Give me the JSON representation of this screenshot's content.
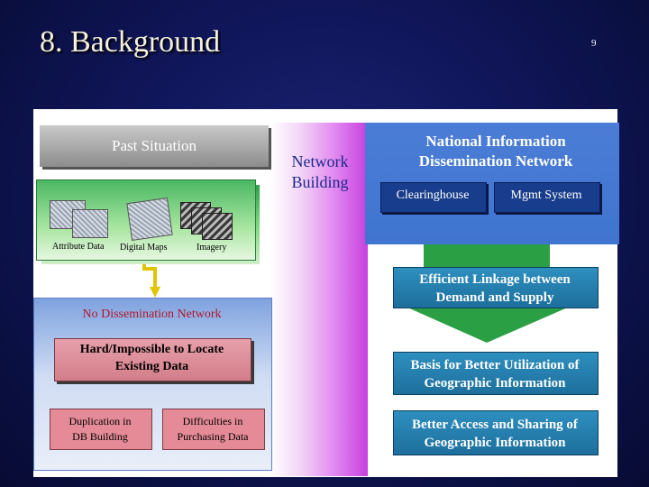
{
  "slide": {
    "title": "8. Background",
    "number": "9"
  },
  "left": {
    "past_situation": "Past Situation",
    "thumb_labels": {
      "attribute_data": "Attribute Data",
      "digital_maps": "Digital Maps",
      "imagery": "Imagery"
    },
    "no_dissemination": "No Dissemination Network",
    "hard_to_locate": [
      "Hard/Impossible to Locate",
      "Existing Data"
    ],
    "duplication": [
      "Duplication in",
      "DB Building"
    ],
    "difficulties": [
      "Difficulties in",
      "Purchasing Data"
    ]
  },
  "middle": {
    "network_building": [
      "Network",
      "Building"
    ]
  },
  "right": {
    "nidn": [
      "National Information",
      "Dissemination Network"
    ],
    "clearinghouse": "Clearinghouse",
    "mgmt_system": "Mgmt System",
    "efficient": [
      "Efficient Linkage between",
      "Demand and Supply"
    ],
    "basis": [
      "Basis for Better Utilization of",
      "Geographic Information"
    ],
    "better": [
      "Better Access and Sharing of",
      "Geographic Information"
    ]
  },
  "colors": {
    "background": "#10165a",
    "title_text": "#f6f1dc",
    "blue_band": "#4b7dd6",
    "dark_box": "#173d8c",
    "teal_box": "#2e8fbf",
    "pink_box": "#e58b98",
    "red_text": "#b0182a",
    "green_arrow": "#1f9a3a"
  }
}
